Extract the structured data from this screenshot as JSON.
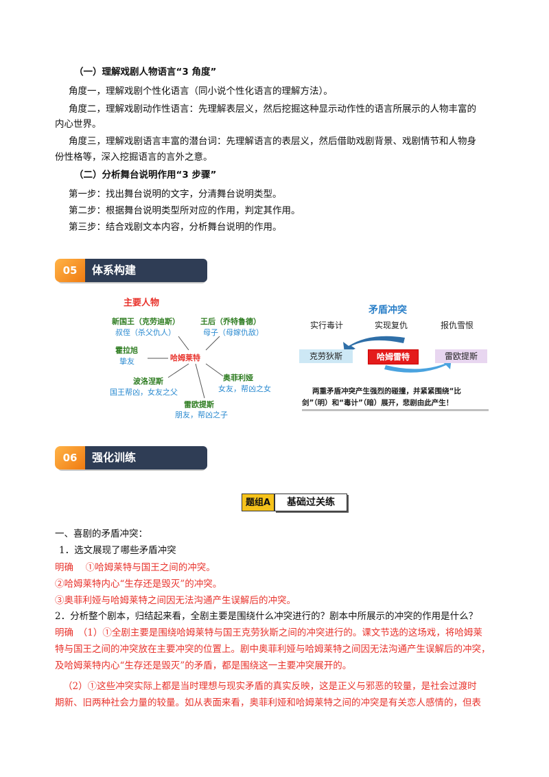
{
  "section1": {
    "heading1": "（一）理解戏剧人物语言“3 角度”",
    "angle1": "角度一，理解戏剧个性化语言（同小说个性化语言的理解方法）。",
    "angle2_a": "角度二，理解戏剧动作性语言：先理解表层义，然后挖掘这种显示动作性的语言所展示的人物丰富的",
    "angle2_b": "内心世界。",
    "angle3_a": "角度三，理解戏剧语言丰富的潜台词：先理解语言的表层义，然后借助戏剧背景、戏剧情节和人物身",
    "angle3_b": "份性格等，深入挖掘语言的言外之意。",
    "heading2": "（二）分析舞台说明作用“3 步骤”",
    "step1": "第一步：找出舞台说明的文字，分清舞台说明类型。",
    "step2": "第二步：根据舞台说明类型所对应的作用，判定其作用。",
    "step3": "第三步：结合戏剧文本内容，分析舞台说明的作用。"
  },
  "banner05": {
    "num": "05",
    "title": "体系构建"
  },
  "banner06": {
    "num": "06",
    "title": "强化训练"
  },
  "diagram_left": {
    "title": "主要人物",
    "center": "哈姆莱特",
    "king": "新国王（克劳迪斯）",
    "king_rel": "叔侄（杀父仇人）",
    "queen": "王后（乔特鲁德）",
    "queen_rel": "母子（母嫁仇敌）",
    "horatio": "霍拉旭",
    "horatio_rel": "挚友",
    "polonius": "波洛涅斯",
    "polonius_rel": "国王帮凶，女友之父",
    "ophelia": "奥菲利娅",
    "ophelia_rel": "女友，帮凶之女",
    "laertes": "雷欧提斯",
    "laertes_rel": "朋友，帮凶之子"
  },
  "diagram_right": {
    "title": "矛盾冲突",
    "label1": "实行毒计",
    "label2": "实现复仇",
    "label3": "报仇雪恨",
    "box1": "克劳狄斯",
    "box2": "哈姆雷特",
    "box3": "雷欧提斯",
    "note1": "两重矛盾冲突产生强烈的碰撞，并紧紧围绕“比",
    "note2": "剑”（明）和“毒计”（暗）展开，悲剧由此产生！"
  },
  "group": {
    "tag": "题组A",
    "title": "基础过关练"
  },
  "questions": {
    "q_heading": "一、喜剧的矛盾冲突：",
    "q1": "1．选文展现了哪些矛盾冲突",
    "a1_1": "明确　 ①哈姆莱特与国王之间的冲突。",
    "a1_2": "②哈姆莱特内心“生存还是毁灭”的冲突。",
    "a1_3": "③奥菲利娅与哈姆莱特之间因无法沟通产生误解后的冲突。",
    "q2": "2．分析整个剧本，归结起来看，全剧主要是围绕什么冲突进行的？剧本中所展示的冲突的作用是什么？",
    "a2_1": "明确　（1）①全剧主要是围绕哈姆莱特与国王克劳狄斯之间的冲突进行的。课文节选的这场戏，将哈姆莱",
    "a2_2": "特与国王之间的冲突放在主要冲突的位置上。剧中奥菲利娅与哈姆莱特之间因无法沟通产生误解后的冲突，",
    "a2_3": "及哈姆莱特内心“生存还是毁灭”的矛盾，都是围绕这一主要冲突展开的。",
    "a2_4": "（2）①这些冲突实际上都是当时理想与现实矛盾的真实反映，这是正义与邪恶的较量，是社会过渡时",
    "a2_5": "期新、旧两种社会力量的较量。如从表面来看，奥菲利娅和哈姆莱特之间的冲突是有关恋人感情的，但表"
  }
}
